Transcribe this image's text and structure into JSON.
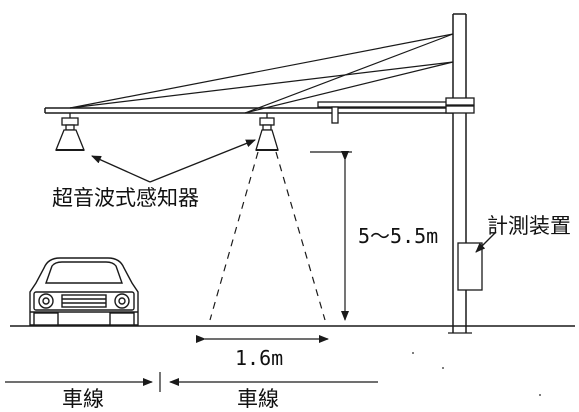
{
  "labels": {
    "sensor": "超音波式感知器",
    "measuring_device": "計測装置",
    "height": "5〜5.5m",
    "beam_width": "1.6m",
    "lane_left": "車線",
    "lane_right": "車線"
  },
  "colors": {
    "line": "#1a1a1a",
    "background": "#ffffff"
  }
}
